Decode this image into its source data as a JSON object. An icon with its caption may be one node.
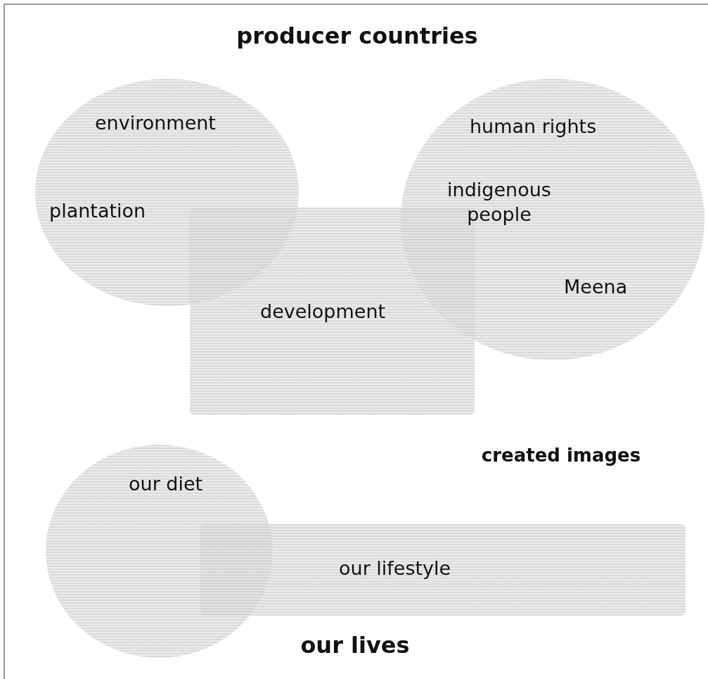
{
  "diagram": {
    "nodes": [
      {
        "text": [
          "environment",
          "plantation"
        ]
      },
      {
        "text": [
          "development"
        ]
      },
      {
        "text": [
          "human rights",
          "indigenous people",
          "Meena"
        ]
      },
      {
        "text": [
          "our diet"
        ]
      },
      {
        "text": [
          "our lifestyle"
        ]
      }
    ],
    "labels": [
      "producer countries",
      "created images",
      "our lives"
    ]
  }
}
